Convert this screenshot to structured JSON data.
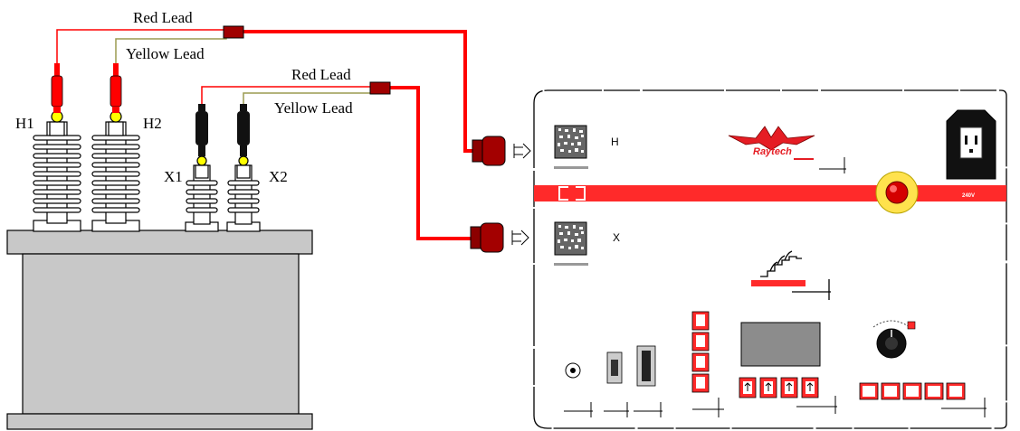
{
  "colors": {
    "red_lead": "#ff0000",
    "yellow_lead": "#9c9c50",
    "connector": "#8b0000",
    "transformer_body": "#c8c8c8",
    "panel_band": "#ff2a2a"
  },
  "leads": {
    "hv_red": "Red Lead",
    "hv_yellow": "Yellow Lead",
    "lv_red": "Red Lead",
    "lv_yellow": "Yellow Lead"
  },
  "terminals": {
    "h1": "H1",
    "h2": "H2",
    "x1": "X1",
    "x2": "X2"
  },
  "panel": {
    "h_port": "H",
    "x_port": "X",
    "brand": "Raytech"
  }
}
